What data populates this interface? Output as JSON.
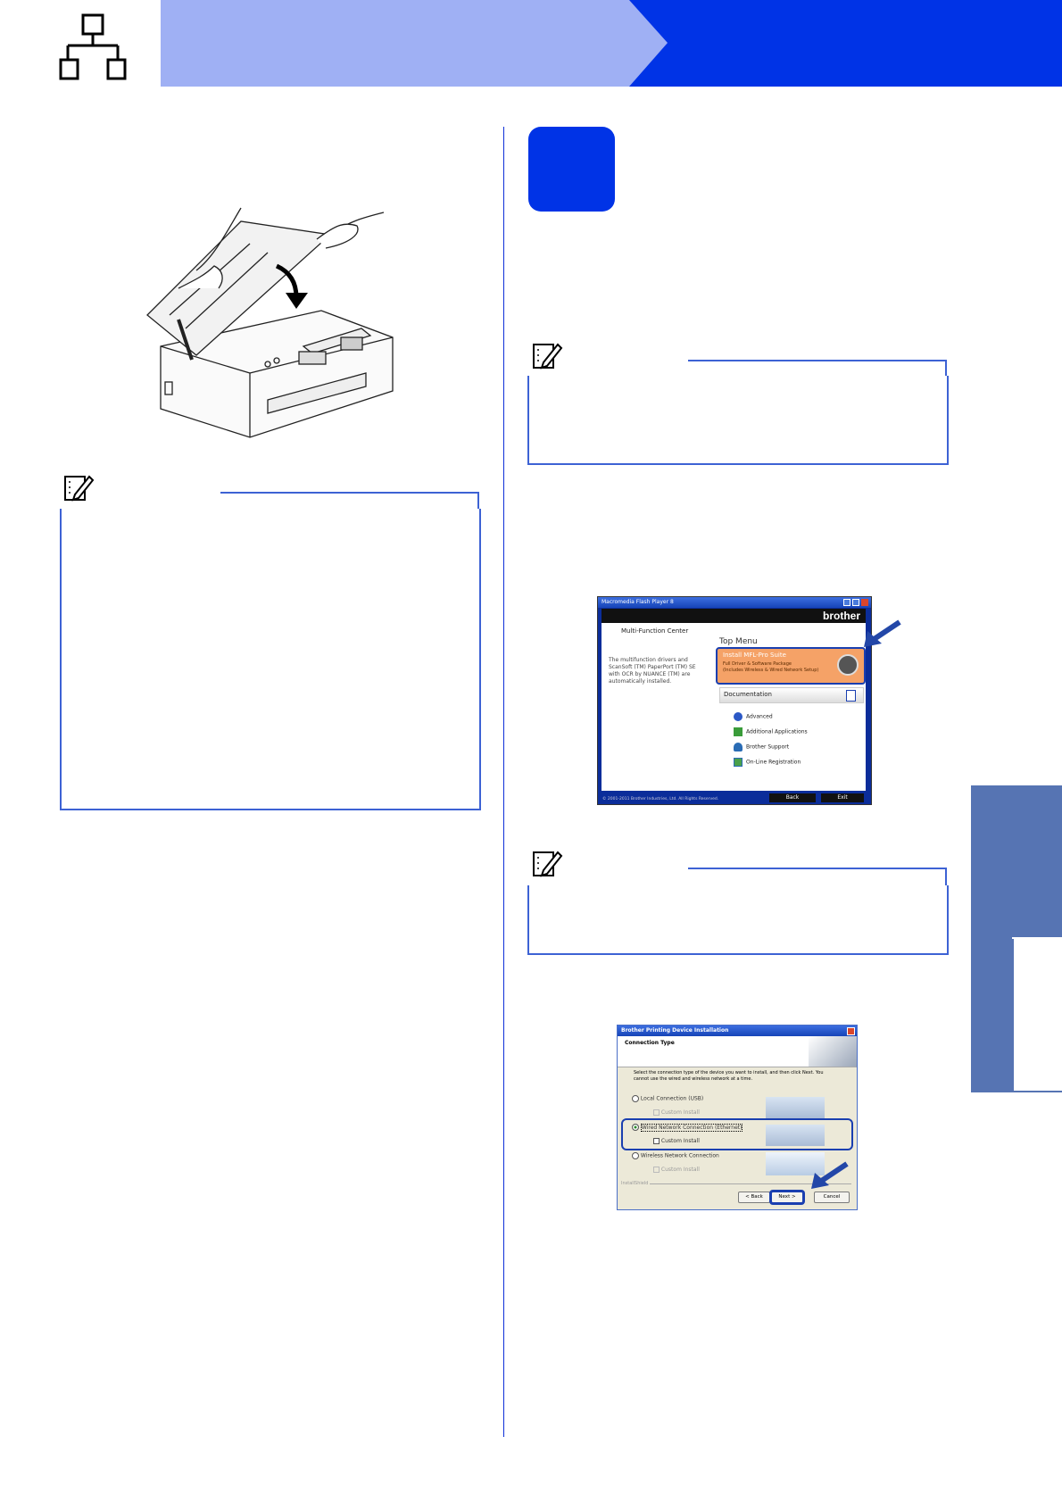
{
  "header": {
    "icon": "network-icon",
    "colors": {
      "banner_light": "#9fb0f4",
      "banner_dark": "#0033e6"
    }
  },
  "note_icon": "note-pencil-icon",
  "screenshot_menu": {
    "window_title": "Macromedia Flash Player 8",
    "brand": "brother",
    "left_heading": "Multi-Function Center",
    "left_text": "The multifunction drivers and ScanSoft (TM) PaperPort (TM) SE with OCR by NUANCE (TM) are automatically installed.",
    "menu_heading": "Top Menu",
    "install_title": "Install MFL-Pro Suite",
    "install_sub1": "Full Driver & Software Package",
    "install_sub2": "(Includes Wireless & Wired Network Setup)",
    "documentation": "Documentation",
    "items": [
      "Advanced",
      "Additional Applications",
      "Brother Support",
      "On-Line Registration"
    ],
    "copyright": "© 2001-2011 Brother Industries, Ltd. All Rights Reserved.",
    "back": "Back",
    "exit": "Exit"
  },
  "screenshot_install": {
    "window_title": "Brother Printing Device Installation",
    "section": "Connection Type",
    "instruction": "Select the connection type of the device you want to install, and then click Next. You cannot use the wired and wireless network at a time.",
    "opt_local": "Local Connection (USB)",
    "opt_wired": "Wired Network Connection (Ethernet)",
    "opt_wireless": "Wireless Network Connection",
    "custom": "Custom Install",
    "footer_left": "InstallShield",
    "back": "< Back",
    "next": "Next >",
    "cancel": "Cancel"
  }
}
